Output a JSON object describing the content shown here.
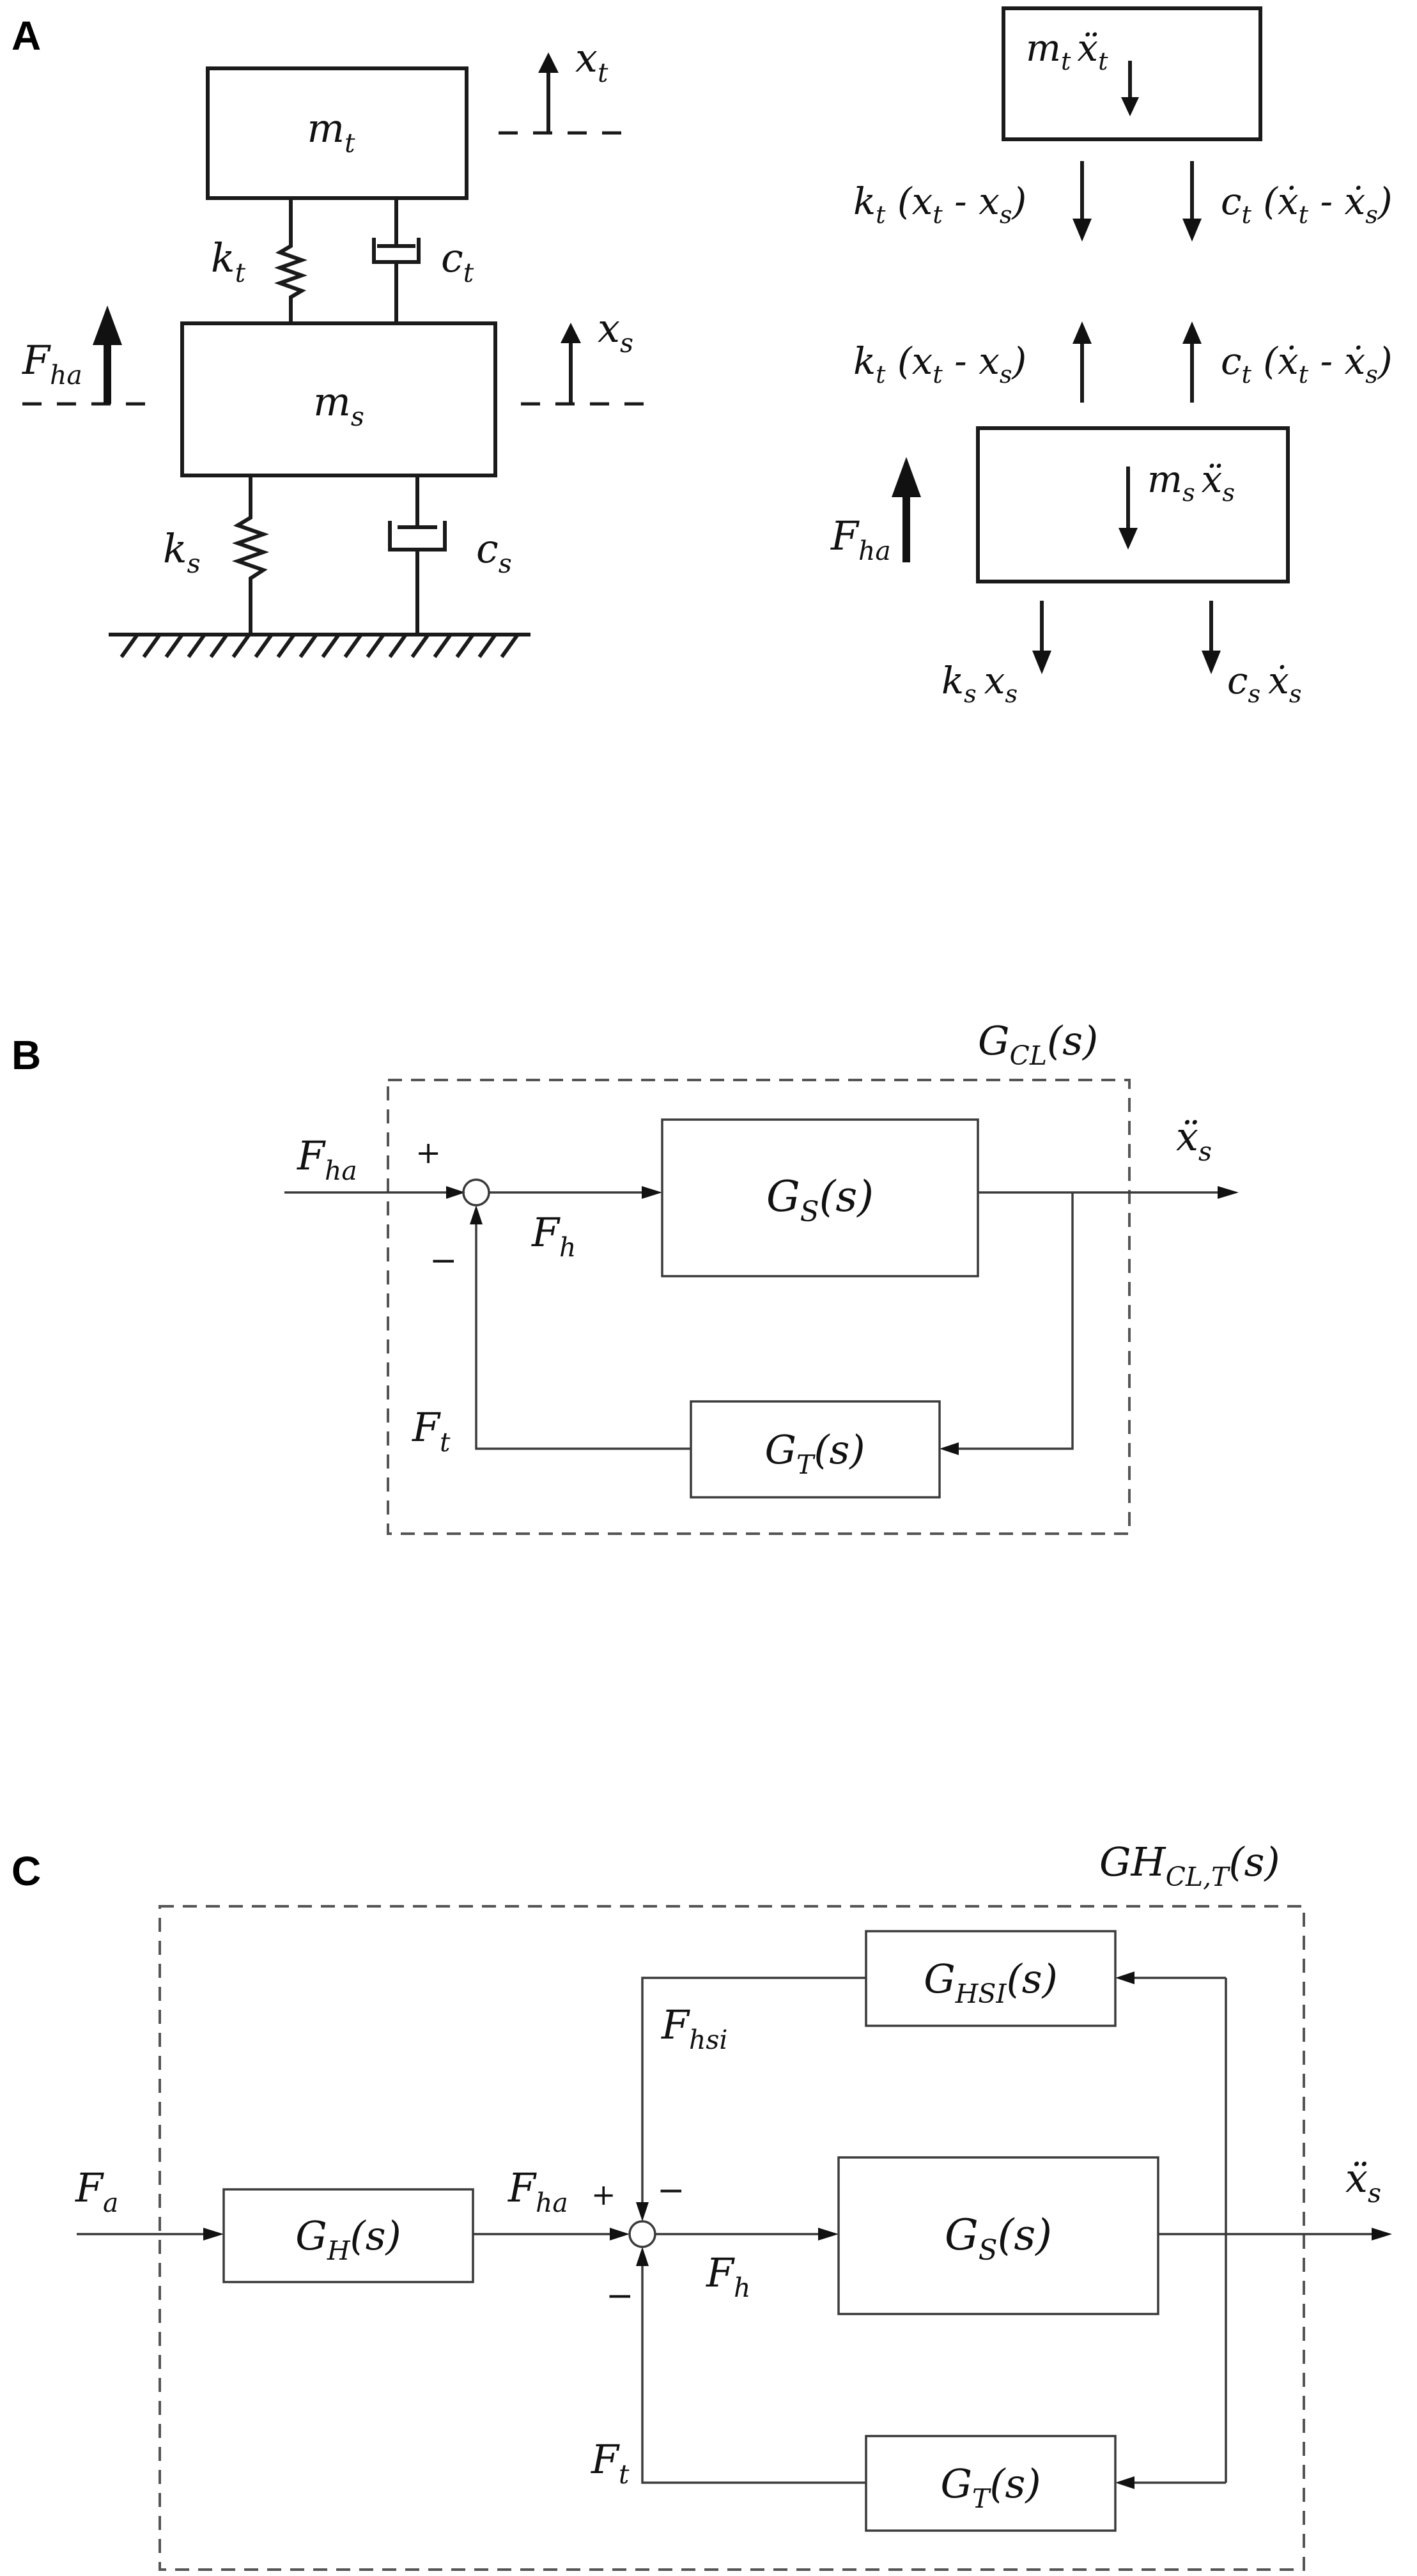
{
  "panels": {
    "a": {
      "label": "A",
      "mass_top": "m",
      "mass_top_sub": "t",
      "mass_seat": "m",
      "mass_seat_sub": "s",
      "spring_top": "k",
      "spring_top_sub": "t",
      "damper_top": "c",
      "damper_top_sub": "t",
      "spring_bot": "k",
      "spring_bot_sub": "s",
      "damper_bot": "c",
      "damper_bot_sub": "s",
      "disp_top": "x",
      "disp_top_sub": "t",
      "disp_seat": "x",
      "disp_seat_sub": "s",
      "force_in": "F",
      "force_in_sub": "ha",
      "fbd_top_inertia": "m",
      "fbd_top_inertia_sub": "t",
      "fbd_top_inertia_var": "ẍ",
      "fbd_top_inertia_var_sub": "t",
      "fbd_spring_force": "k",
      "fbd_spring_force_sub": "t",
      "fbd_spring_force_expr": " (x",
      "fbd_spring_force_x1": "t",
      "fbd_spring_force_mid": " - x",
      "fbd_spring_force_x2": "s",
      "fbd_damper_force": "c",
      "fbd_damper_force_sub": "t",
      "fbd_damper_force_expr": " (ẋ",
      "fbd_damper_force_x1": "t",
      "fbd_damper_force_mid": " - ẋ",
      "fbd_damper_force_x2": "s",
      "fbd_close": ")",
      "fbd_seat_inertia": "m",
      "fbd_seat_inertia_sub": "s",
      "fbd_seat_inertia_var": "ẍ",
      "fbd_seat_inertia_var_sub": "s",
      "fbd_bottom_spring": "k",
      "fbd_bottom_spring_sub": "s",
      "fbd_bottom_spring_var": "x",
      "fbd_bottom_spring_var_sub": "s",
      "fbd_bottom_damper": "c",
      "fbd_bottom_damper_sub": "s",
      "fbd_bottom_damper_var": "ẋ",
      "fbd_bottom_damper_var_sub": "s"
    },
    "b": {
      "label": "B",
      "group": "G",
      "group_sub": "CL",
      "group_arg": "(s)",
      "input": "F",
      "input_sub": "ha",
      "plus": "+",
      "minus": "−",
      "sum_out": "F",
      "sum_out_sub": "h",
      "plant": "G",
      "plant_sub": "S",
      "plant_arg": "(s)",
      "feedback": "G",
      "feedback_sub": "T",
      "feedback_arg": "(s)",
      "feedback_signal": "F",
      "feedback_signal_sub": "t",
      "output": "ẍ",
      "output_sub": "s"
    },
    "c": {
      "label": "C",
      "group": "GH",
      "group_sub": "CL,T",
      "group_arg": "(s)",
      "input": "F",
      "input_sub": "a",
      "human": "G",
      "human_sub": "H",
      "human_arg": "(s)",
      "mid_signal": "F",
      "mid_signal_sub": "ha",
      "plus": "+",
      "minus_top": "−",
      "minus_bottom": "−",
      "hsi": "G",
      "hsi_sub": "HSI",
      "hsi_arg": "(s)",
      "hsi_signal": "F",
      "hsi_signal_sub": "hsi",
      "sum_out": "F",
      "sum_out_sub": "h",
      "plant": "G",
      "plant_sub": "S",
      "plant_arg": "(s)",
      "feedback": "G",
      "feedback_sub": "T",
      "feedback_arg": "(s)",
      "feedback_signal": "F",
      "feedback_signal_sub": "t",
      "output": "ẍ",
      "output_sub": "s"
    }
  }
}
